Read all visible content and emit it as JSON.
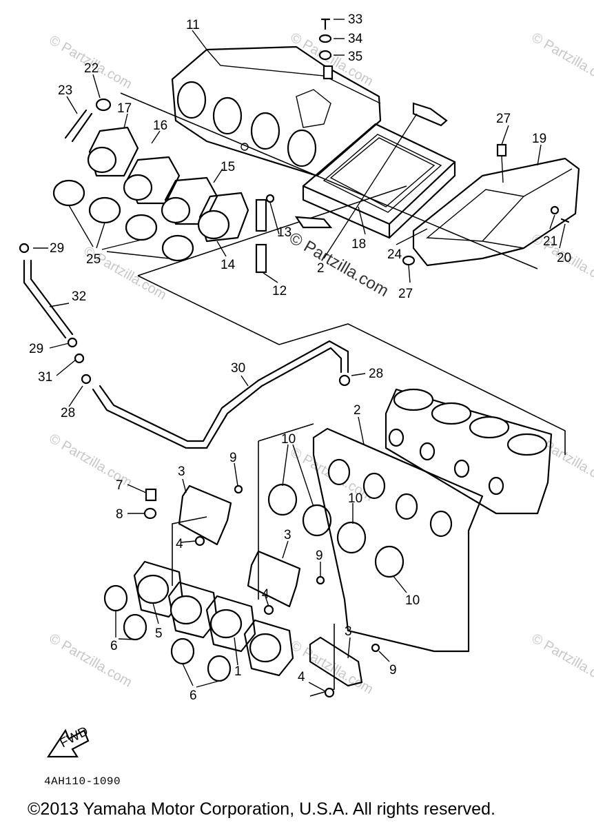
{
  "callouts": {
    "c1": "1",
    "c2a": "2",
    "c2b": "2",
    "c3a": "3",
    "c3b": "3",
    "c3c": "3",
    "c4a": "4",
    "c4b": "4",
    "c4c": "4",
    "c5": "5",
    "c6a": "6",
    "c6b": "6",
    "c7": "7",
    "c8": "8",
    "c9a": "9",
    "c9b": "9",
    "c9c": "9",
    "c10a": "10",
    "c10b": "10",
    "c10c": "10",
    "c11": "11",
    "c12": "12",
    "c13": "13",
    "c14": "14",
    "c15": "15",
    "c16": "16",
    "c17": "17",
    "c18": "18",
    "c19": "19",
    "c20": "20",
    "c21": "21",
    "c22": "22",
    "c23": "23",
    "c24": "24",
    "c25": "25",
    "c27a": "27",
    "c27b": "27",
    "c28a": "28",
    "c28b": "28",
    "c29a": "29",
    "c29b": "29",
    "c30": "30",
    "c31": "31",
    "c32": "32",
    "c33": "33",
    "c34": "34",
    "c35": "35"
  },
  "watermarks": {
    "small": "© Partzilla.com",
    "center": "© Partzilla.com"
  },
  "fwd_label": "FWD",
  "diagram_code": "4AH110-1090",
  "copyright": "©2013 Yamaha Motor Corporation, U.S.A. All rights reserved."
}
